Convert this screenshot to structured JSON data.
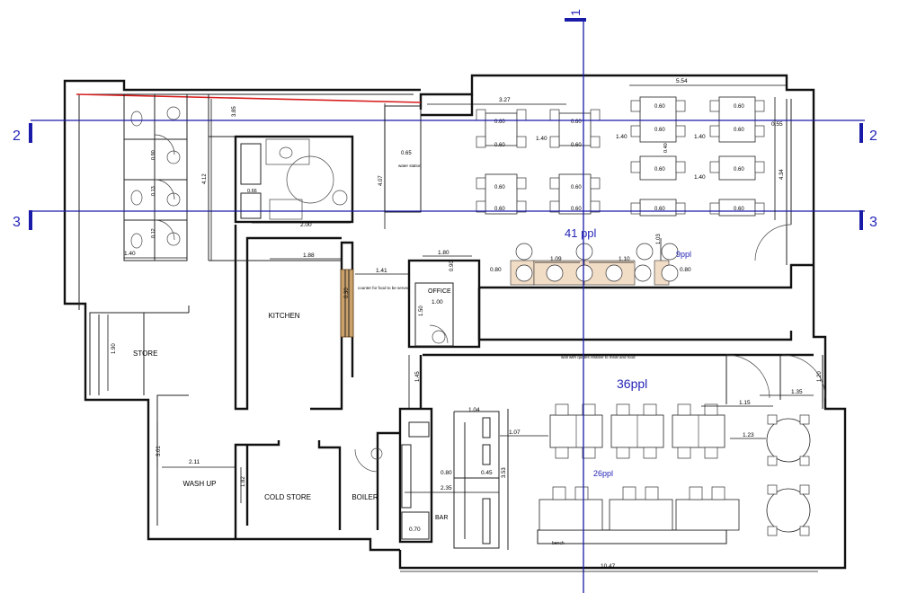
{
  "sections": {
    "s1": "1",
    "s2": "2",
    "s3": "3"
  },
  "rooms": {
    "kitchen": "KITCHEN",
    "store": "STORE",
    "office": "OFFICE",
    "wash_up": "WASH UP",
    "cold_store": "COLD STORE",
    "boiler": "BOILER",
    "bar": "BAR",
    "bench": "bench"
  },
  "capacities": {
    "upper": "41 ppl",
    "bar_counter": "9ppl",
    "lower": "36ppl",
    "lower_tables": "26ppl"
  },
  "notes": {
    "water_station": "water station",
    "counter_food": "counter for food to be served",
    "wall_quotes": "wall with quotes relative to meat and food"
  },
  "dims": {
    "d554": "5.54",
    "d327": "3.27",
    "d065": "0.65",
    "d412": "4.12",
    "d385": "3.85",
    "d407": "4.07",
    "d200": "2.00",
    "d188": "1.88",
    "d141": "1.41",
    "d180": "1.80",
    "d140a": "1.40",
    "d140b": "1.40",
    "d140c": "1.40",
    "d140d": "1.40",
    "d140e": "1.40",
    "d434": "4.34",
    "d103": "1.03",
    "d109": "1.09",
    "d110": "1.10",
    "d080a": "0.80",
    "d080b": "0.80",
    "d100": "1.00",
    "d150": "1.50",
    "d190": "1.90",
    "d145": "1.45",
    "d115": "1.15",
    "d135": "1.35",
    "d120": "1.20",
    "d104": "1.04",
    "d107": "1.07",
    "d123": "1.23",
    "d301": "3.01",
    "d211": "2.11",
    "d182": "1.82",
    "d235": "2.35",
    "d080c": "0.80",
    "d045": "0.45",
    "d353": "3.53",
    "d070": "0.70",
    "d1047": "10.47",
    "d090": "0.90",
    "d030": "0.30",
    "d066": "0.66",
    "d040": "0.40",
    "d012": "0.12",
    "d013": "0.13",
    "d090b": "0.90",
    "d060": "0.60",
    "d055": "0.55"
  },
  "colors": {
    "section_line": "#1a1aa8",
    "wall": "#111111",
    "accent_red": "#d81e1e",
    "counter_fill": "#f1dcc6"
  }
}
